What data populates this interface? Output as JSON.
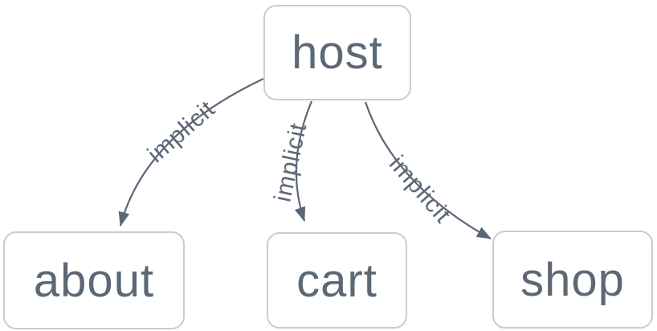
{
  "diagram": {
    "type": "graph",
    "background_color": "#ffffff",
    "edge_color": "#5b6777",
    "node_border_color": "#c9ccd1",
    "node_fill_color": "#ffffff",
    "text_color": "#5d6876",
    "nodes": [
      {
        "id": "host",
        "label": "host"
      },
      {
        "id": "about",
        "label": "about"
      },
      {
        "id": "cart",
        "label": "cart"
      },
      {
        "id": "shop",
        "label": "shop"
      }
    ],
    "edges": [
      {
        "from": "host",
        "to": "about",
        "label": "implicit"
      },
      {
        "from": "host",
        "to": "cart",
        "label": "implicit"
      },
      {
        "from": "host",
        "to": "shop",
        "label": "implicit"
      }
    ]
  }
}
